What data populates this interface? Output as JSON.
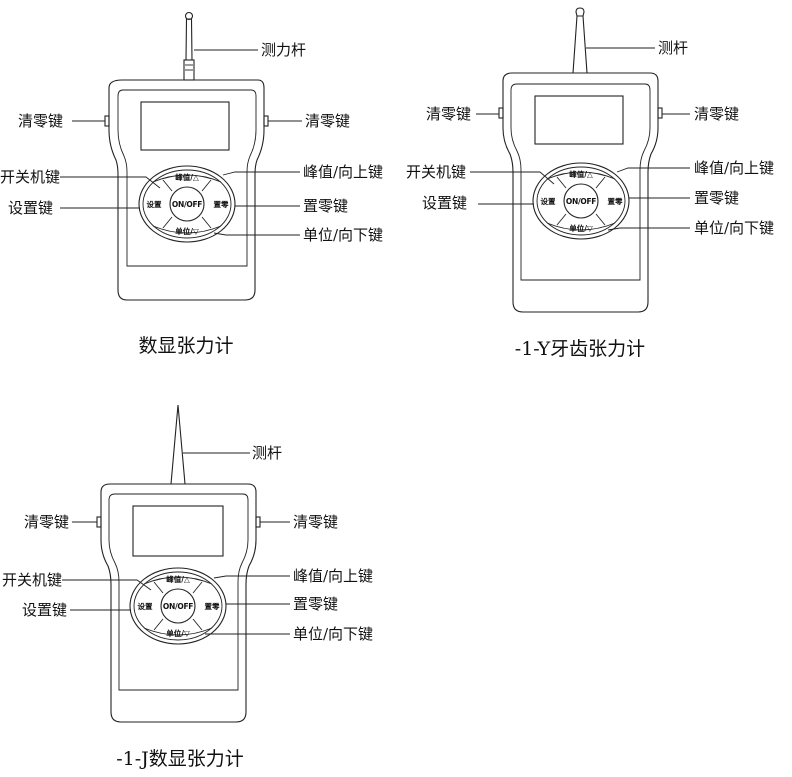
{
  "devices": [
    {
      "caption": "数显张力计",
      "labels": {
        "rod": "测力杆",
        "reset_left": "清零键",
        "reset_right": "清零键",
        "power": "开关机键",
        "setting": "设置键",
        "peak_up": "峰值/向上键",
        "zero": "置零键",
        "unit_down": "单位/向下键"
      },
      "buttons": {
        "top": "峰值/△",
        "left": "设置",
        "center": "ON/OFF",
        "right": "置零",
        "bottom": "单位/▽"
      }
    },
    {
      "caption": "-1-Y牙齿张力计",
      "labels": {
        "rod": "测杆",
        "reset_left": "清零键",
        "reset_right": "清零键",
        "power": "开关机键",
        "setting": "设置键",
        "peak_up": "峰值/向上键",
        "zero": "置零键",
        "unit_down": "单位/向下键"
      },
      "buttons": {
        "top": "峰值/△",
        "left": "设置",
        "center": "ON/OFF",
        "right": "置零",
        "bottom": "单位/▽"
      }
    },
    {
      "caption": "-1-J数显张力计",
      "labels": {
        "rod": "测杆",
        "reset_left": "清零键",
        "reset_right": "清零键",
        "power": "开关机键",
        "setting": "设置键",
        "peak_up": "峰值/向上键",
        "zero": "置零键",
        "unit_down": "单位/向下键"
      },
      "buttons": {
        "top": "峰值/△",
        "left": "设置",
        "center": "ON/OFF",
        "right": "置零",
        "bottom": "单位/▽"
      }
    }
  ]
}
